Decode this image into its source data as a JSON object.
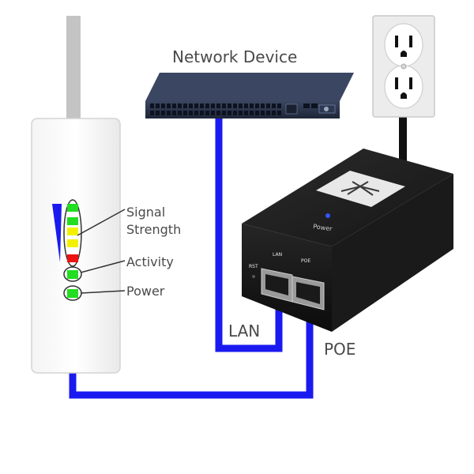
{
  "labels": {
    "network_device": "Network Device",
    "signal_line1": "Signal",
    "signal_line2": "Strength",
    "activity": "Activity",
    "power": "Power",
    "lan": "LAN",
    "poe": "POE"
  },
  "injector": {
    "port_rst": "RST",
    "port_lan": "LAN",
    "port_poe": "POE",
    "power_label": "Power"
  },
  "leds": {
    "signal": [
      "#22dd22",
      "#22dd22",
      "#f2f200",
      "#f2f200",
      "#ee1111"
    ],
    "activity": "#22dd22",
    "power": "#22dd22"
  },
  "colors": {
    "cable": "#1a1af0",
    "power_cord": "#111111",
    "mast": "#c4c4c4"
  }
}
